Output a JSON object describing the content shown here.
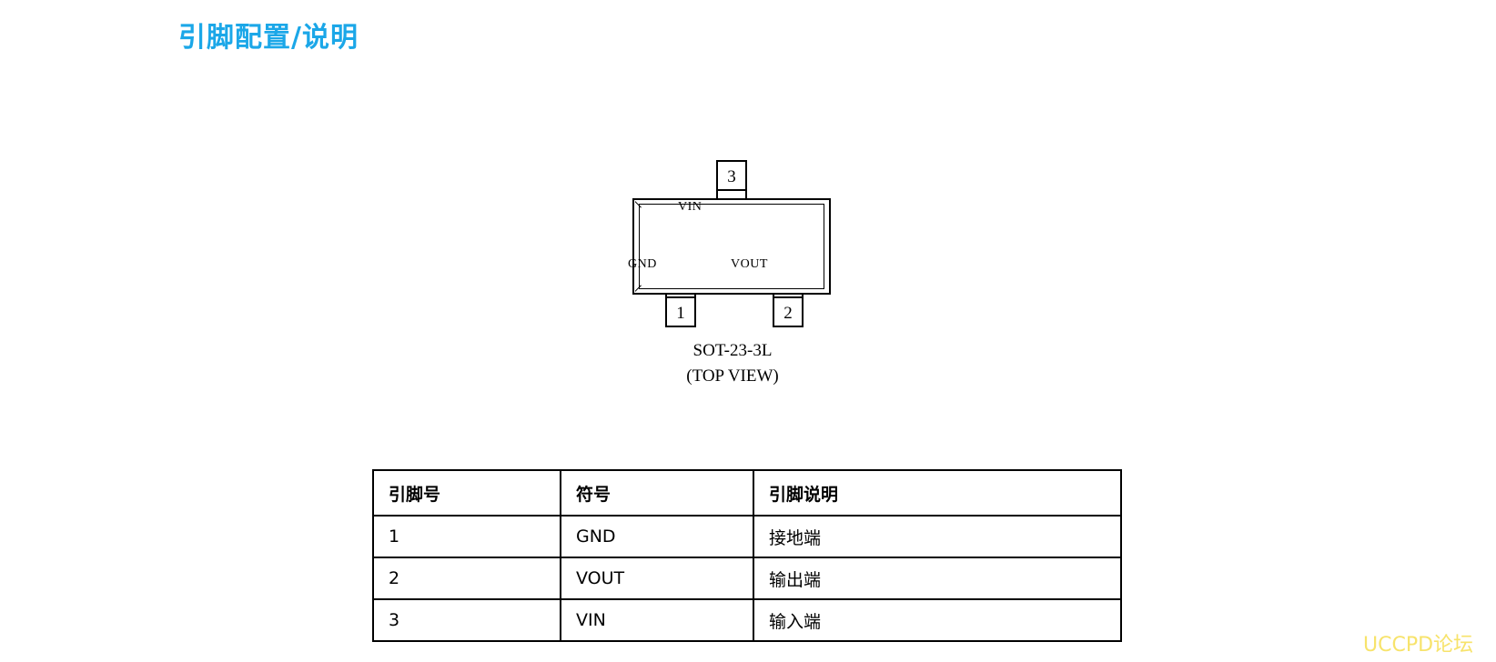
{
  "page": {
    "title": "引脚配置/说明",
    "title_color": "#1ba7e8",
    "background_color": "#ffffff"
  },
  "package_figure": {
    "name": "sot-23-3l-top-view",
    "caption_line1": "SOT-23-3L",
    "caption_line2": "(TOP VIEW)",
    "body_labels": {
      "vin": "VIN",
      "gnd": "GND",
      "vout": "VOUT"
    },
    "pin_numbers": {
      "pin1": "1",
      "pin2": "2",
      "pin3": "3"
    }
  },
  "pin_table": {
    "headers": [
      "引脚号",
      "符号",
      "引脚说明"
    ],
    "rows": [
      {
        "no": "1",
        "symbol": "GND",
        "description": "接地端"
      },
      {
        "no": "2",
        "symbol": "VOUT",
        "description": "输出端"
      },
      {
        "no": "3",
        "symbol": "VIN",
        "description": "输入端"
      }
    ]
  },
  "watermark": {
    "text": "UCCPD论坛",
    "color": "#f7e36b"
  }
}
